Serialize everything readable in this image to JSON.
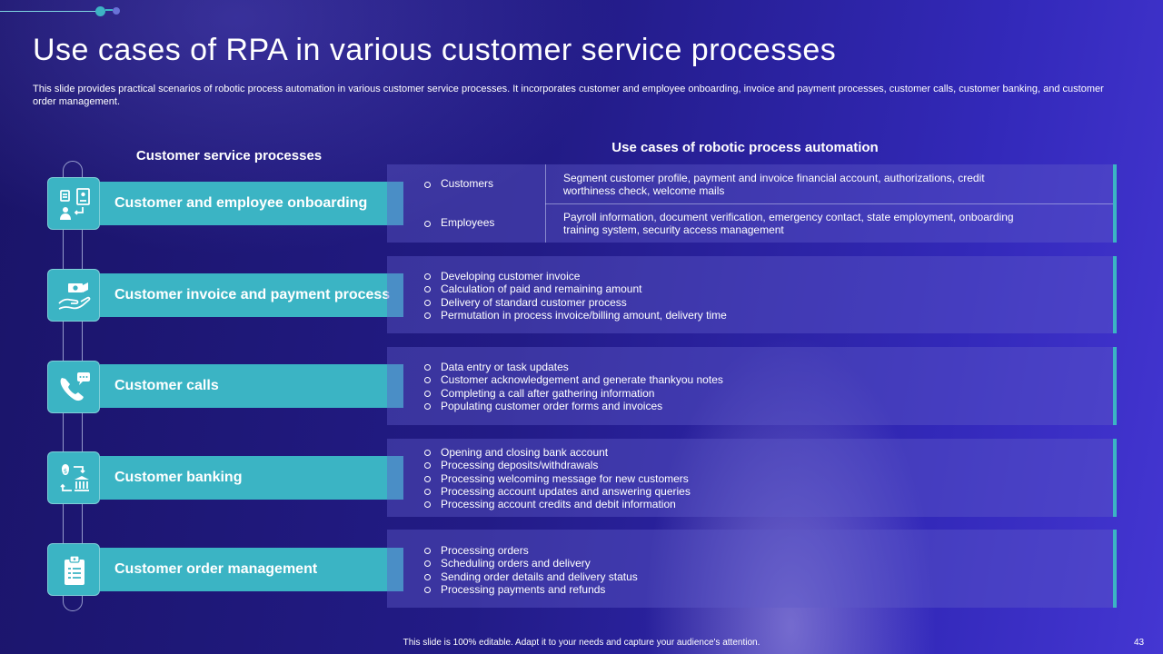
{
  "title": "Use cases of RPA in various customer service processes",
  "subtitle": "This slide provides practical scenarios of robotic process automation in various customer service processes. It incorporates customer and employee onboarding, invoice and payment processes, customer calls, customer banking, and customer order management.",
  "left_header": "Customer service processes",
  "right_header": "Use cases of robotic process automation",
  "processes": [
    {
      "label": "Customer and employee onboarding",
      "icon": "onboarding-icon",
      "sub_rows": [
        {
          "label": "Customers",
          "desc": "Segment customer profile, payment and invoice financial account, authorizations, credit worthiness check, welcome mails"
        },
        {
          "label": "Employees",
          "desc": "Payroll information, document verification, emergency contact, state employment, onboarding training system, security access management"
        }
      ]
    },
    {
      "label": "Customer invoice and payment process",
      "icon": "payment-hand-icon",
      "items": [
        "Developing customer invoice",
        "Calculation of paid and remaining amount",
        "Delivery of standard customer process",
        "Permutation in process invoice/billing amount, delivery time"
      ]
    },
    {
      "label": "Customer calls",
      "icon": "phone-chat-icon",
      "items": [
        "Data entry or task updates",
        "Customer acknowledgement and generate thankyou notes",
        "Completing a call after gathering information",
        "Populating customer order forms and invoices"
      ]
    },
    {
      "label": "Customer banking",
      "icon": "bank-exchange-icon",
      "items": [
        "Opening and closing bank account",
        "Processing deposits/withdrawals",
        "Processing welcoming message for new customers",
        "Processing account updates and answering queries",
        "Processing account credits and debit information"
      ]
    },
    {
      "label": "Customer order management",
      "icon": "order-clipboard-icon",
      "items": [
        "Processing orders",
        "Scheduling orders and delivery",
        "Sending order details and delivery status",
        "Processing payments and refunds"
      ]
    }
  ],
  "footer": "This slide is 100% editable. Adapt it to your needs and capture your audience's attention.",
  "page_number": "43",
  "colors": {
    "accent": "#3bb4c4",
    "background": "#221b86"
  }
}
